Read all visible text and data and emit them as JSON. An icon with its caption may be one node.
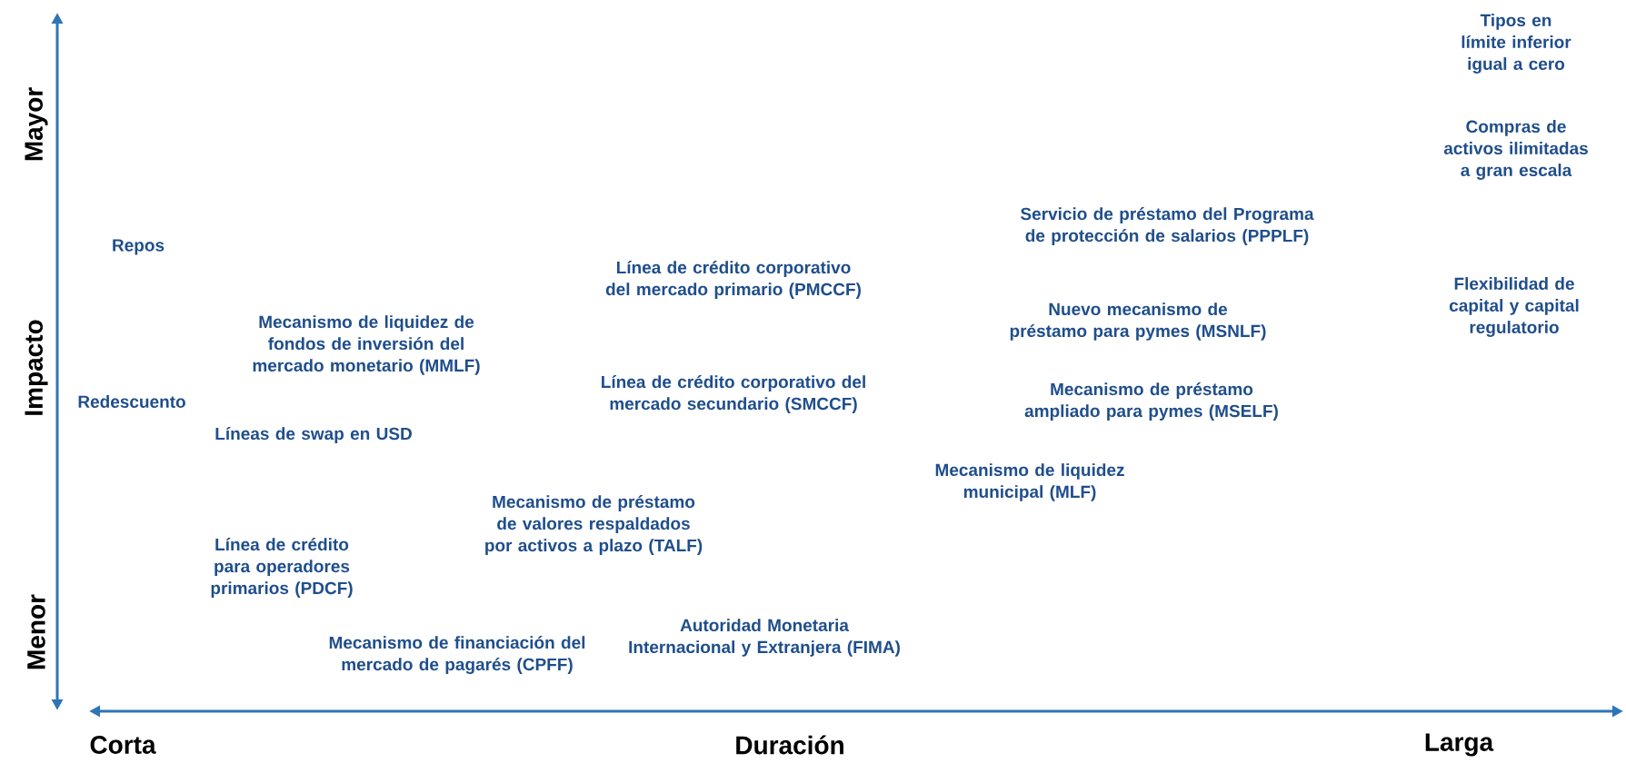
{
  "diagram": {
    "labels": [
      "Mayor",
      "Tipos en límite inferior igual a cero",
      "Compras de activos ilimitadas a gran escala",
      "Servicio de préstamo del Programa de protección de salarios (PPPLF)",
      "Repos",
      "Línea de crédito corporativo del mercado primario (PMCCF)",
      "Flexibilidad de capital y capital regulatorio",
      "Nuevo mecanismo de préstamo para pymes (MSNLF)",
      "Mecanismo de liquidez de fondos de inversión del mercado monetario (MMLF)",
      "Impacto",
      "Línea de crédito corporativo del mercado secundario (SMCCF)",
      "Redescuento",
      "Mecanismo de préstamo ampliado para pymes (MSELF)",
      "Líneas de swap en USD",
      "Mecanismo de liquidez municipal (MLF)",
      "Mecanismo de préstamo de valores respaldados por activos a plazo (TALF)",
      "Línea de crédito para operadores primarios (PDCF)",
      "Menor",
      "Autoridad Monetaria Internacional y Extranjera (FIMA)",
      "Mecanismo de financiación del mercado de pagarés (CPFF)",
      "Corta",
      "Duración",
      "Larga"
    ]
  }
}
